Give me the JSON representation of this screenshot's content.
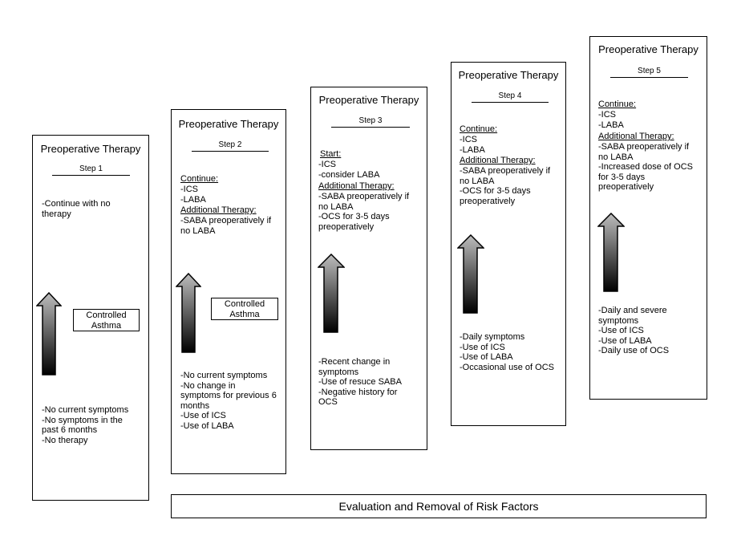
{
  "boxes": [
    {
      "title": "Preoperative Therapy",
      "step": "Step 1",
      "sections": [
        "-Continue with no\ntherapy"
      ],
      "badge": "Controlled\nAsthma",
      "criteria": "-No current symptoms\n-No symptoms in the\npast 6 months\n-No therapy"
    },
    {
      "title": "Preoperative Therapy",
      "step": "Step 2",
      "continue_label": "Continue:",
      "continue_items": "-ICS\n-LABA",
      "additional_label": "Additional Therapy:",
      "additional_items": "-SABA preoperatively if\nno LABA",
      "badge": "Controlled\nAsthma",
      "criteria": "-No current symptoms\n-No change in\nsymptoms for previous 6\nmonths\n-Use of ICS\n-Use of LABA"
    },
    {
      "title": "Preoperative Therapy",
      "step": "Step 3",
      "continue_label": "Start:",
      "continue_items": "-ICS\n-consider LABA",
      "additional_label": "Additional Therapy:",
      "additional_items": "-SABA preoperatively if\nno LABA\n-OCS for 3-5 days\npreoperatively",
      "criteria": "-Recent change in\nsymptoms\n-Use of resuce SABA\n-Negative history for\nOCS"
    },
    {
      "title": "Preoperative Therapy",
      "step": "Step 4",
      "continue_label": "Continue:",
      "continue_items": "-ICS\n-LABA",
      "additional_label": "Additional Therapy:",
      "additional_items": "-SABA preoperatively if\nno LABA\n-OCS for 3-5 days\npreoperatively",
      "criteria": "-Daily symptoms\n-Use of ICS\n-Use of LABA\n-Occasional use of OCS"
    },
    {
      "title": "Preoperative Therapy",
      "step": "Step 5",
      "continue_label": "Continue:",
      "continue_items": "-ICS\n-LABA",
      "additional_label": "Additional Therapy:",
      "additional_items": "-SABA preoperatively if\nno LABA\n-Increased dose of OCS\nfor 3-5 days\npreoperatively",
      "criteria": "-Daily and severe\nsymptoms\n-Use of ICS\n-Use of LABA\n-Daily use of OCS"
    }
  ],
  "footer": "Evaluation and Removal of Risk Factors"
}
